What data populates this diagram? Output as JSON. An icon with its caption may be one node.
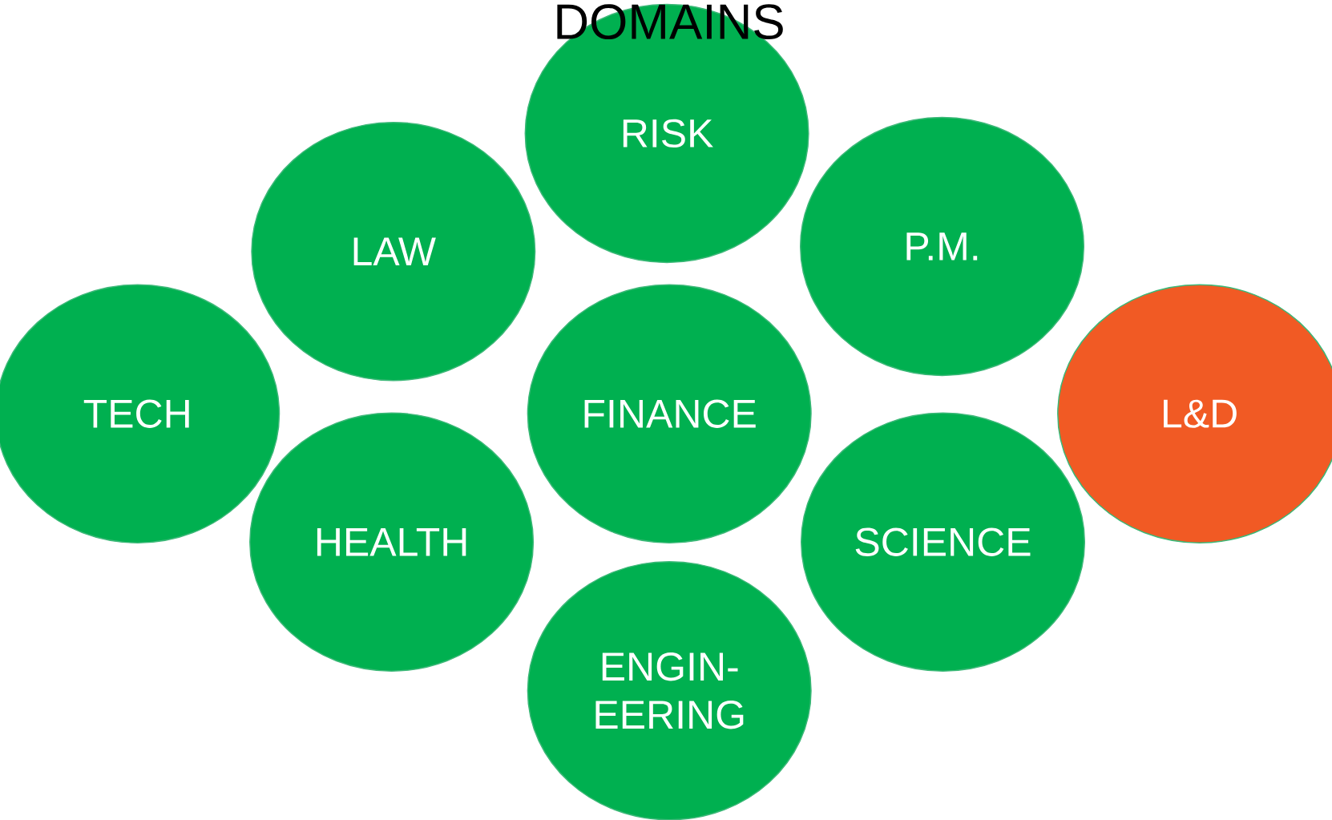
{
  "diagram": {
    "title": "DOMAINS",
    "nodes": [
      {
        "text": [
          "RISK"
        ]
      },
      {
        "text": [
          "LAW"
        ]
      },
      {
        "text": [
          "P.M."
        ]
      },
      {
        "text": [
          "TECH"
        ]
      },
      {
        "text": [
          "FINANCE"
        ]
      },
      {
        "text": [
          "L&D"
        ]
      },
      {
        "text": [
          "HEALTH"
        ]
      },
      {
        "text": [
          "SCIENCE"
        ]
      },
      {
        "text": [
          "ENGIN-EERING"
        ]
      }
    ]
  }
}
